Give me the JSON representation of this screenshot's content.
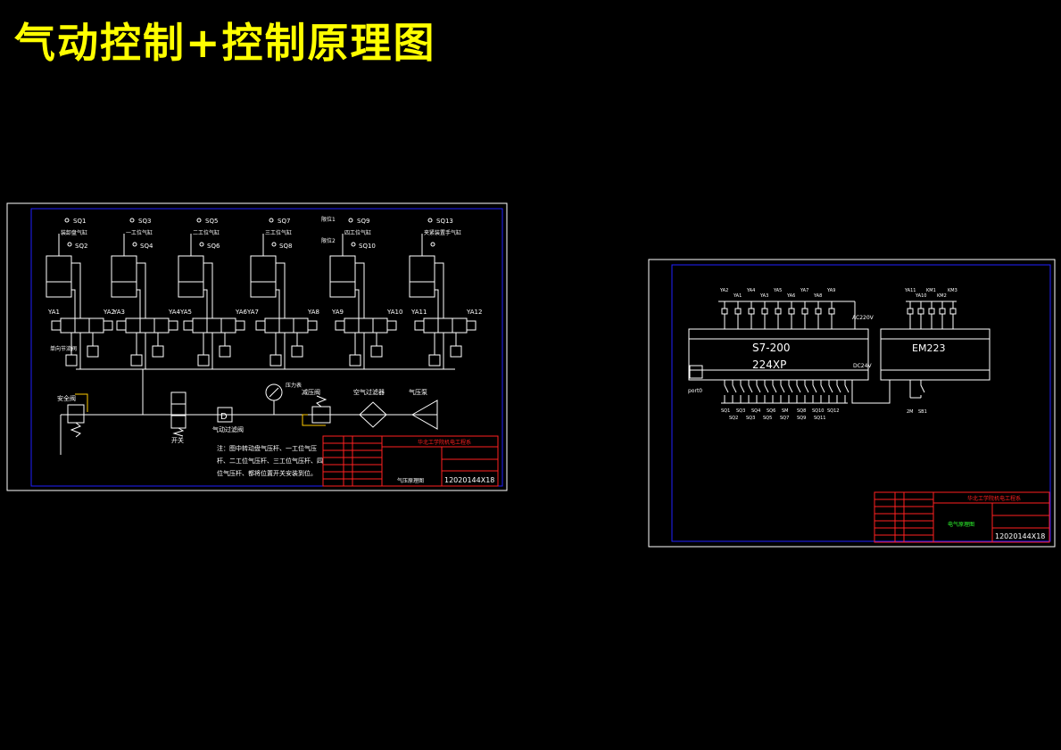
{
  "page_title": "气动控制+控制原理图",
  "pneumatic": {
    "sensors": [
      {
        "top": "SQ1",
        "bottom": "SQ2",
        "caption": "装卸盘气缸"
      },
      {
        "top": "SQ3",
        "bottom": "SQ4",
        "caption": "一工位气缸"
      },
      {
        "top": "SQ5",
        "bottom": "SQ6",
        "caption": "二工位气缸"
      },
      {
        "top": "SQ7",
        "bottom": "SQ8",
        "caption": "三工位气缸"
      },
      {
        "top": "SQ9",
        "bottom": "SQ10",
        "caption": "四工位气缸"
      },
      {
        "top": "SQ13",
        "bottom": "",
        "caption": "夹紧装置手气缸"
      }
    ],
    "side_labels": {
      "left_top": "限位1",
      "left_bottom": "限位2"
    },
    "valve_labels": [
      {
        "left": "YA1",
        "right": "YA2"
      },
      {
        "left": "YA3",
        "right": "YA4"
      },
      {
        "left": "YA5",
        "right": "YA6YA7"
      },
      {
        "left": "",
        "right": "YA8"
      },
      {
        "left": "YA9",
        "right": "YA10"
      },
      {
        "left": "YA11",
        "right": "YA12"
      }
    ],
    "throttle_label": "单向节流阀",
    "components": {
      "relief_valve": "安全阀",
      "switch": "开关",
      "filter_valve": "气动过滤阀",
      "gauge": "压力表",
      "regulator": "减压阀",
      "air_filter": "空气过滤器",
      "compressor": "气压泵"
    },
    "note_lines": [
      "注：图中转动盘气压杆、一工位气压",
      "杆、二工位气压杆、三工位气压杆、四",
      "位气压杆、都将位置开关安装到位。"
    ],
    "title_block": {
      "school": "华北工学院机电工程系",
      "drawing_name": "气压原理图",
      "drawing_number": "12020144X18"
    }
  },
  "electrical": {
    "plc_label": "S7-200",
    "plc_model": "224XP",
    "ext_label": "EM223",
    "outputs": [
      "YA2",
      "YA1",
      "YA4",
      "YA3",
      "YA5",
      "YA6",
      "YA7",
      "YA8",
      "YA9"
    ],
    "ext_outputs": [
      "YA11",
      "YA10",
      "KM1",
      "KM2",
      "KM3"
    ],
    "supply": "AC220V",
    "dc_supply": "DC24V",
    "port_label": "port0",
    "inputs_top": [
      "SQ1",
      "SQ3",
      "SQ4",
      "SQ6",
      "SM",
      "SQ8",
      "SQ10",
      "SQ12"
    ],
    "inputs_bottom": [
      "SQ2",
      "SQ3",
      "SQ5",
      "SQ7",
      "SQ9",
      "SQ11"
    ],
    "ext_inputs": [
      "2M",
      "SB1"
    ],
    "title_block": {
      "school": "华北工学院机电工程系",
      "drawing_name": "电气原理图",
      "drawing_number": "12020144X18"
    }
  },
  "colors": {
    "background": "#000000",
    "title": "#ffff00",
    "frame": "#ffffff",
    "border": "#0000ff",
    "title_block": "#ff0000",
    "line": "#ffffff"
  }
}
